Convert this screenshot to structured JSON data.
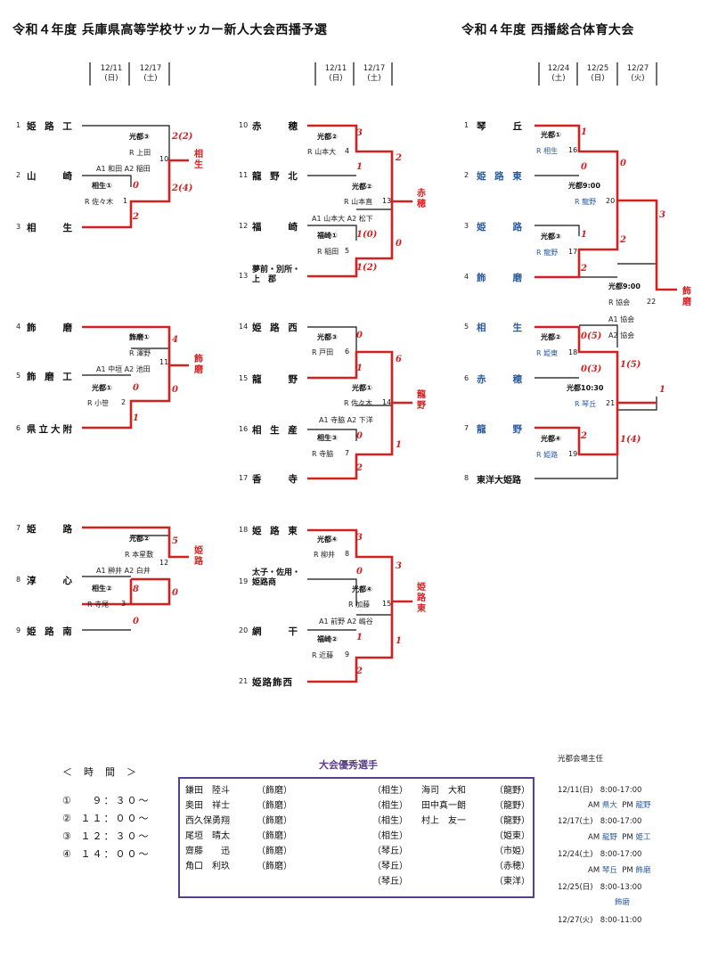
{
  "titles": {
    "left": "令和４年度 兵庫県高等学校サッカー新人大会西播予選",
    "right": "令和４年度 西播総合体育大会"
  },
  "dates": {
    "d1": [
      "12/11",
      "(日)"
    ],
    "d2": [
      "12/17",
      "(土)"
    ],
    "d3": [
      "12/24",
      "(土)"
    ],
    "d4": [
      "12/25",
      "(日)"
    ],
    "d5": [
      "12/27",
      "(火)"
    ]
  },
  "col1": {
    "teams": [
      {
        "n": "1",
        "name": "姫 路 工"
      },
      {
        "n": "2",
        "name": "山　　崎"
      },
      {
        "n": "3",
        "name": "相　　生"
      },
      {
        "n": "4",
        "name": "飾　　磨"
      },
      {
        "n": "5",
        "name": "飾 磨 工"
      },
      {
        "n": "6",
        "name": "県立大附"
      },
      {
        "n": "7",
        "name": "姫　　路"
      },
      {
        "n": "8",
        "name": "淳　　心"
      },
      {
        "n": "9",
        "name": "姫 路 南"
      }
    ],
    "venues": [
      "光都③",
      "相生①",
      "飾磨①",
      "光都①",
      "光都②",
      "相生②"
    ],
    "refs": [
      "R 上田",
      "R 佐々木",
      "R 澤野",
      "R 小笹",
      "R 本星敷",
      "R 寺尾"
    ],
    "assists": [
      "A1 和田 A2 稲田",
      "A1 中垣 A2 池田",
      "A1 榊井 A2 白井"
    ],
    "games": [
      "1",
      "10",
      "2",
      "11",
      "3",
      "12"
    ],
    "scores": [
      "2(2)",
      "2(4)",
      "0",
      "2",
      "4",
      "0",
      "0",
      "1",
      "5",
      "0",
      "8",
      "0"
    ],
    "winners": [
      "相生",
      "飾磨",
      "姫路"
    ]
  },
  "col2": {
    "teams": [
      {
        "n": "10",
        "name": "赤　　穂"
      },
      {
        "n": "11",
        "name": "龍 野 北"
      },
      {
        "n": "12",
        "name": "福　　崎"
      },
      {
        "n": "13",
        "name": "夢前・別所・上　郡"
      },
      {
        "n": "14",
        "name": "姫 路 西"
      },
      {
        "n": "15",
        "name": "龍　　野"
      },
      {
        "n": "16",
        "name": "相 生 産"
      },
      {
        "n": "17",
        "name": "香　　寺"
      },
      {
        "n": "18",
        "name": "姫 路 東"
      },
      {
        "n": "19",
        "name": "太子・佐用・姫路商"
      },
      {
        "n": "20",
        "name": "網　　干"
      },
      {
        "n": "21",
        "name": "姫路飾西"
      }
    ],
    "venues": [
      "光都②",
      "光都②",
      "福崎①",
      "光都③",
      "光都①",
      "相生③",
      "光都④",
      "光都④",
      "福崎②"
    ],
    "refs": [
      "R 山本大",
      "R 山本直",
      "R 稲田",
      "R 戸田",
      "R 佐々木",
      "R 寺脇",
      "R 柳井",
      "R 加藤",
      "R 近藤"
    ],
    "assists": [
      "A1 山本大 A2 松下",
      "A1 寺脇 A2 下洋",
      "A1 前野 A2 嶋谷"
    ],
    "games": [
      "4",
      "13",
      "5",
      "6",
      "14",
      "7",
      "8",
      "15",
      "9"
    ],
    "scores": [
      "3",
      "1",
      "2",
      "1(0)",
      "0",
      "1(2)",
      "0",
      "1",
      "6",
      "0",
      "2",
      "1",
      "3",
      "0",
      "3",
      "1",
      "1",
      "2"
    ],
    "winners": [
      "赤穂",
      "龍野",
      "姫路東"
    ]
  },
  "col3": {
    "teams": [
      {
        "n": "1",
        "name": "琴　　丘",
        "blue": false
      },
      {
        "n": "2",
        "name": "姫 路 東",
        "blue": true
      },
      {
        "n": "3",
        "name": "姫　　路",
        "blue": true
      },
      {
        "n": "4",
        "name": "飾　　磨",
        "blue": true
      },
      {
        "n": "5",
        "name": "相　　生",
        "blue": true
      },
      {
        "n": "6",
        "name": "赤　　穂",
        "blue": true
      },
      {
        "n": "7",
        "name": "龍　　野",
        "blue": true
      },
      {
        "n": "8",
        "name": "東洋大姫路",
        "blue": false
      }
    ],
    "venues": [
      "光都①",
      "光都9:00",
      "光都③",
      "光都9:00",
      "光都②",
      "光都10:30",
      "光都④"
    ],
    "refs": [
      "R 相生",
      "R 龍野",
      "R 龍野",
      "R 協会",
      "R 姫東",
      "R 琴丘",
      "R 姫路"
    ],
    "assists": [
      "A1 協会",
      "A2 協会"
    ],
    "games": [
      "16",
      "20",
      "17",
      "22",
      "18",
      "21",
      "19"
    ],
    "scores": [
      "1",
      "0",
      "0",
      "1",
      "2",
      "2",
      "3",
      "0(5)",
      "1(5)",
      "0(3)",
      "1",
      "2",
      "1(4)"
    ],
    "winner": "飾磨"
  },
  "times": {
    "header": "＜　時　間　＞",
    "rows": [
      {
        "k": "①",
        "v": "　９：３０～"
      },
      {
        "k": "②",
        "v": "１１：００～"
      },
      {
        "k": "③",
        "v": "１２：３０～"
      },
      {
        "k": "④",
        "v": "１４：００～"
      }
    ]
  },
  "honor": {
    "title": "大会優秀選手",
    "rows": [
      [
        "鎌田　陸斗",
        "（飾磨）",
        "（相生）",
        "海司　大和",
        "（龍野）"
      ],
      [
        "奥田　祥士",
        "（飾磨）",
        "（相生）",
        "田中真一朗",
        "（龍野）"
      ],
      [
        "西久保勇翔",
        "（飾磨）",
        "（相生）",
        "村上　友一",
        "（龍野）"
      ],
      [
        "尾垣　晴太",
        "（飾磨）",
        "（相生）",
        "",
        "（姫東）"
      ],
      [
        "齋藤　　迅",
        "（飾磨）",
        "（琴丘）",
        "",
        "（市姫）"
      ],
      [
        "角口　利玖",
        "（飾磨）",
        "（琴丘）",
        "",
        "（赤穂）"
      ],
      [
        "",
        "",
        "（琴丘）",
        "",
        "（東洋）"
      ]
    ]
  },
  "schedule": {
    "title": "光都会場主任",
    "rows": [
      {
        "d": "12/11(日)",
        "t": "8:00-17:00",
        "am": "AM",
        "amv": "県大",
        "pm": "PM",
        "pmv": "龍野"
      },
      {
        "d": "12/17(土)",
        "t": "8:00-17:00",
        "am": "AM",
        "amv": "龍野",
        "pm": "PM",
        "pmv": "姫工"
      },
      {
        "d": "12/24(土)",
        "t": "8:00-17:00",
        "am": "AM",
        "amv": "琴丘",
        "pm": "PM",
        "pmv": "飾磨"
      },
      {
        "d": "12/25(日)",
        "t": "8:00-13:00",
        "am": "",
        "amv": "飾磨",
        "pm": "",
        "pmv": ""
      },
      {
        "d": "12/27(火)",
        "t": "8:00-11:00",
        "am": "",
        "amv": "",
        "pm": "",
        "pmv": ""
      }
    ]
  }
}
